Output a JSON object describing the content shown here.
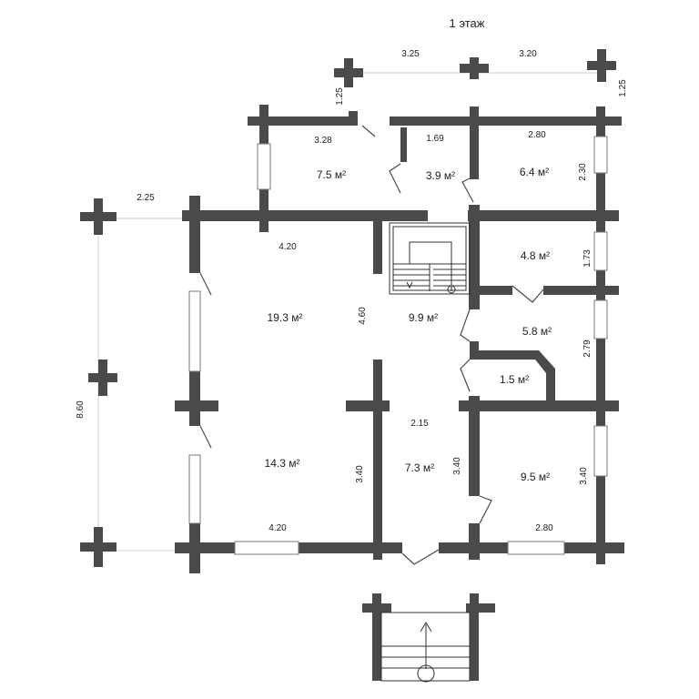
{
  "floor_title": "1 этаж",
  "colors": {
    "wall": "#4a4a4a",
    "background": "#ffffff",
    "window_frame": "#777777"
  },
  "rooms": [
    {
      "id": "room-a",
      "area": "7.5 м²"
    },
    {
      "id": "room-b",
      "area": "3.9 м²"
    },
    {
      "id": "room-c",
      "area": "6.4 м²"
    },
    {
      "id": "room-d",
      "area": "19.3 м²"
    },
    {
      "id": "room-e",
      "area": "9.9 м²"
    },
    {
      "id": "room-f",
      "area": "4.8 м²"
    },
    {
      "id": "room-g",
      "area": "5.8 м²"
    },
    {
      "id": "room-h",
      "area": "1.5 м²"
    },
    {
      "id": "room-i",
      "area": "14.3 м²"
    },
    {
      "id": "room-j",
      "area": "7.3 м²"
    },
    {
      "id": "room-k",
      "area": "9.5 м²"
    }
  ],
  "dimensions": [
    "3.25",
    "3.20",
    "1.25",
    "1.25",
    "3.28",
    "1.69",
    "2.80",
    "2.30",
    "2.25",
    "4.20",
    "1.73",
    "4.60",
    "2.79",
    "8.60",
    "2.15",
    "3.40",
    "3.40",
    "3.40",
    "4.20",
    "2.80"
  ]
}
